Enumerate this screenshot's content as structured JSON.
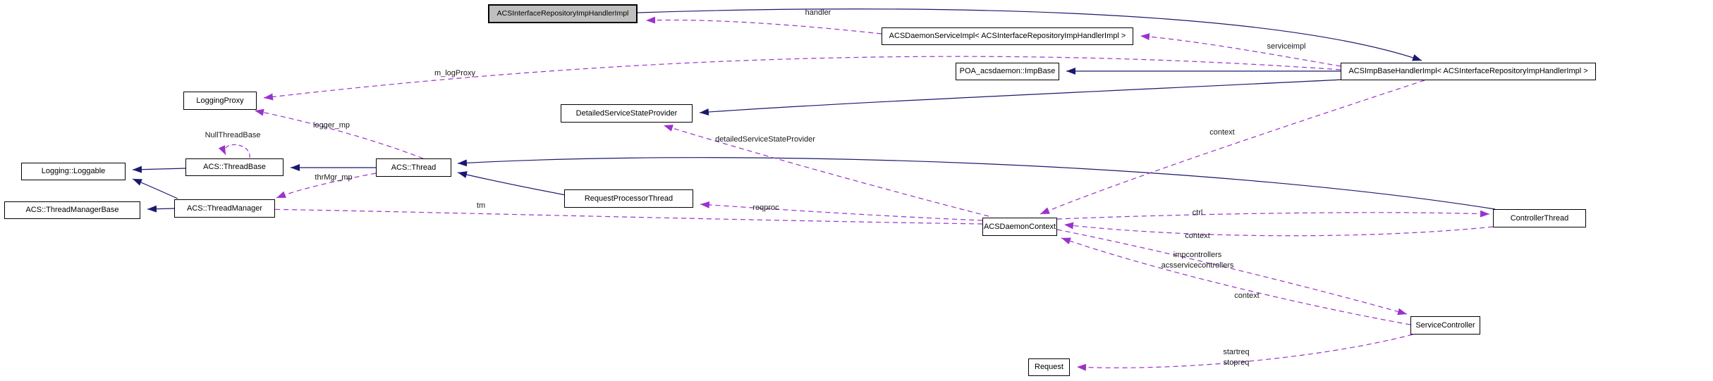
{
  "diagram": {
    "type": "class-collaboration-graph",
    "colors": {
      "inheritance_edge": "#191970",
      "usage_edge": "#9a32cd",
      "node_border": "#000000",
      "node_fill": "#ffffff",
      "subject_node_fill": "#bfbfbf",
      "background": "#ffffff"
    },
    "nodes": {
      "acsir": {
        "label": "ACSInterfaceRepositoryImpHandlerImpl"
      },
      "daemonservice": {
        "label": "ACSDaemonServiceImpl< ACSInterfaceRepositoryImpHandlerImpl >"
      },
      "poaimpbase": {
        "label": "POA_acsdaemon::ImpBase"
      },
      "impbasehandler": {
        "label": "ACSImpBaseHandlerImpl< ACSInterfaceRepositoryImpHandlerImpl >"
      },
      "loggingproxy": {
        "label": "LoggingProxy"
      },
      "dssp": {
        "label": "DetailedServiceStateProvider"
      },
      "loggable": {
        "label": "Logging::Loggable"
      },
      "threadbase": {
        "label": "ACS::ThreadBase"
      },
      "thread": {
        "label": "ACS::Thread"
      },
      "threadmanagerbase": {
        "label": "ACS::ThreadManagerBase"
      },
      "threadmanager": {
        "label": "ACS::ThreadManager"
      },
      "rpt": {
        "label": "RequestProcessorThread"
      },
      "daemoncontext": {
        "label": "ACSDaemonContext"
      },
      "controllerthread": {
        "label": "ControllerThread"
      },
      "servicecontroller": {
        "label": "ServiceController"
      },
      "request": {
        "label": "Request"
      }
    },
    "edge_labels": {
      "handler": "handler",
      "serviceimpl": "serviceimpl",
      "m_logProxy": "m_logProxy",
      "logger_mp": "logger_mp",
      "NullThreadBase": "NullThreadBase",
      "thrMgr_mp": "thrMgr_mp",
      "tm": "tm",
      "reqproc": "reqproc",
      "detailedServiceStateProvider": "detailedServiceStateProvider",
      "context_upper": "context",
      "ctrl": "ctrl",
      "context_mid": "context",
      "impcontrollers": "impcontrollers",
      "acsservicecontrollers": "acsservicecontrollers",
      "context_lower": "context",
      "startreq": "startreq",
      "stopreq": "stopreq"
    }
  }
}
